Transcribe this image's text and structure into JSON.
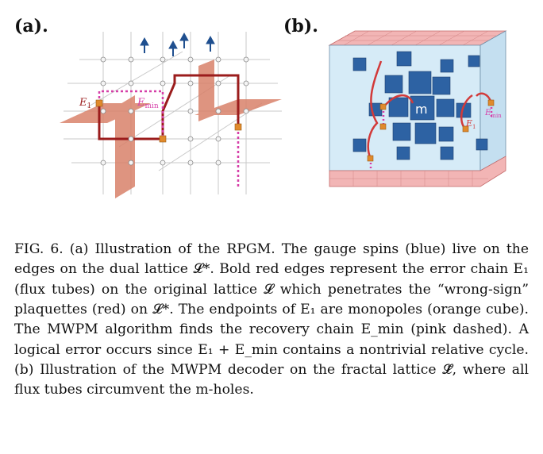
{
  "panel_a": {
    "label": "(a).",
    "e1_label": "E",
    "e1_sub": "1",
    "emin_label": "E",
    "emin_sub": "min"
  },
  "panel_b": {
    "label": "(b).",
    "m_label": "m",
    "e1_label": "E",
    "e1_sub": "1",
    "emin_label": "E",
    "emin_sub": "min"
  },
  "caption": {
    "text": "FIG. 6. (a) Illustration of the RPGM. The gauge spins (blue) live on the edges on the dual lattice 𝓛*. Bold red edges represent the error chain E₁ (flux tubes) on the original lattice 𝓛 which penetrates the “wrong-sign” plaquettes (red) on 𝓛*. The endpoints of E₁ are monopoles (orange cube). The MWPM algorithm finds the recovery chain E_min (pink dashed). A logical error occurs since E₁ + E_min contains a nontrivial relative cycle. (b) Illustration of the MWPM decoder on the fractal lattice 𝓛̃, where all flux tubes circumvent the m-holes."
  },
  "colors": {
    "plaquette": "#d9826b",
    "chain": "#9b1c1c",
    "recovery": "#d63fa8",
    "monopole": "#e08a2c",
    "spin": "#1f4f8f",
    "cube": "#2d62a3",
    "box_face": "#d6ebf7",
    "slab": "#f2b5b5"
  }
}
